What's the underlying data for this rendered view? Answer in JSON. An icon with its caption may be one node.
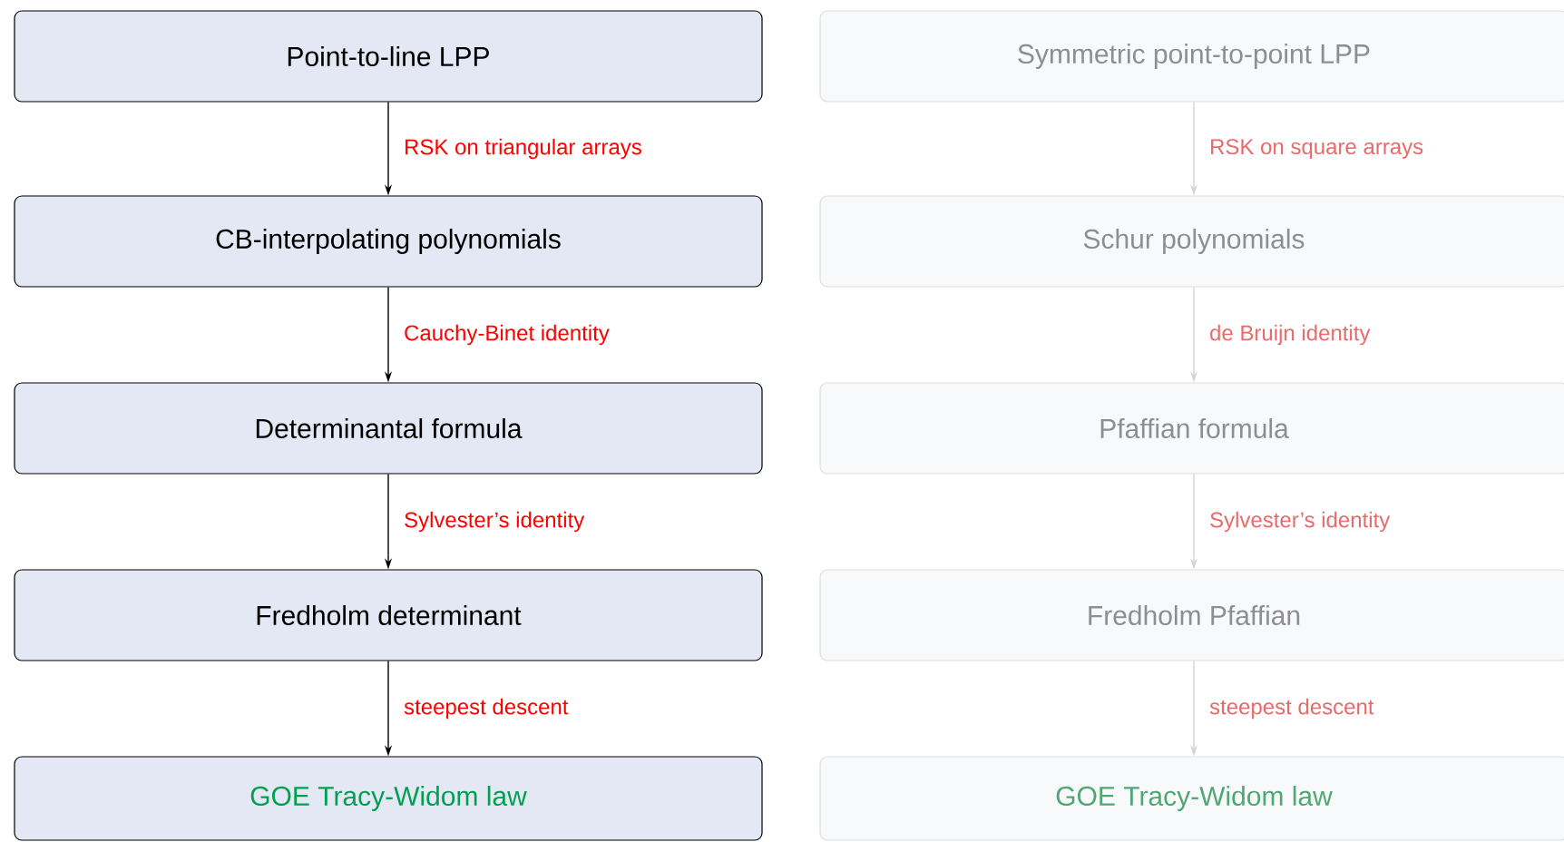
{
  "diagram": {
    "nodes": [
      {
        "text": [
          "Point-to-line LPP"
        ]
      },
      {
        "text": [
          "CB-interpolating polynomials"
        ]
      },
      {
        "text": [
          "Determinantal formula"
        ]
      },
      {
        "text": [
          "Fredholm determinant"
        ]
      },
      {
        "text": [
          "GOE Tracy-Widom law"
        ]
      },
      {
        "text": [
          "Symmetric point-to-point LPP"
        ]
      },
      {
        "text": [
          "Schur polynomials"
        ]
      },
      {
        "text": [
          "Pfaffian formula"
        ]
      },
      {
        "text": [
          "Fredholm Pfaffian"
        ]
      },
      {
        "text": [
          "GOE Tracy-Widom law"
        ]
      }
    ],
    "edges": [
      {
        "from": 0,
        "to": 1,
        "arrow": "to",
        "label": "RSK on triangular arrays"
      },
      {
        "from": 1,
        "to": 2,
        "arrow": "to",
        "label": "Cauchy-Binet identity"
      },
      {
        "from": 2,
        "to": 3,
        "arrow": "to",
        "label": "Sylvester’s identity"
      },
      {
        "from": 3,
        "to": 4,
        "arrow": "to",
        "label": "steepest descent"
      },
      {
        "from": 5,
        "to": 6,
        "arrow": "to",
        "label": "RSK on square arrays",
        "color": "#d4d4d4"
      },
      {
        "from": 6,
        "to": 7,
        "arrow": "to",
        "label": "de Bruijn identity",
        "color": "#d4d4d4"
      },
      {
        "from": 7,
        "to": 8,
        "arrow": "to",
        "label": "Sylvester’s identity",
        "color": "#d4d4d4"
      },
      {
        "from": 8,
        "to": 9,
        "arrow": "to",
        "label": "steepest descent",
        "color": "#d4d4d4"
      }
    ]
  }
}
